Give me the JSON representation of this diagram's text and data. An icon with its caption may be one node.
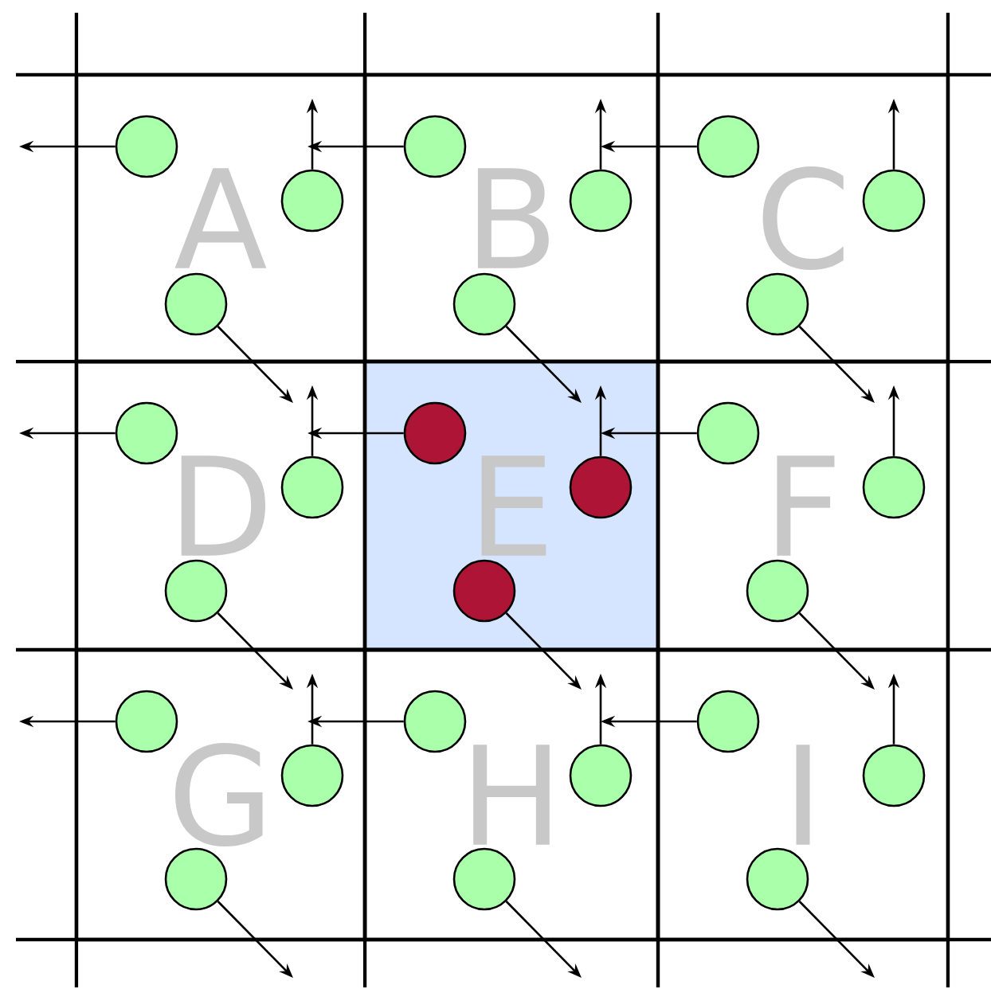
{
  "diagram": {
    "nodes": [
      {
        "text": [
          "A"
        ]
      },
      {
        "text": [],
        "shape": "circle",
        "in": 0
      },
      {
        "text": [],
        "shape": "circle",
        "in": 0
      },
      {
        "text": [],
        "shape": "circle",
        "in": 0
      },
      {
        "text": [
          "B"
        ]
      },
      {
        "text": [],
        "shape": "circle",
        "in": 4
      },
      {
        "text": [],
        "shape": "circle",
        "in": 4
      },
      {
        "text": [],
        "shape": "circle",
        "in": 4
      },
      {
        "text": [
          "C"
        ]
      },
      {
        "text": [],
        "shape": "circle",
        "in": 8
      },
      {
        "text": [],
        "shape": "circle",
        "in": 8
      },
      {
        "text": [],
        "shape": "circle",
        "in": 8
      },
      {
        "text": [
          "D"
        ]
      },
      {
        "text": [],
        "shape": "circle",
        "in": 12
      },
      {
        "text": [],
        "shape": "circle",
        "in": 12
      },
      {
        "text": [],
        "shape": "circle",
        "in": 12
      },
      {
        "text": [
          "E"
        ]
      },
      {
        "text": [],
        "shape": "circle",
        "in": 16
      },
      {
        "text": [],
        "shape": "circle",
        "in": 16
      },
      {
        "text": [],
        "shape": "circle",
        "in": 16
      },
      {
        "text": [
          "F"
        ]
      },
      {
        "text": [],
        "shape": "circle",
        "in": 20
      },
      {
        "text": [],
        "shape": "circle",
        "in": 20
      },
      {
        "text": [],
        "shape": "circle",
        "in": 20
      },
      {
        "text": [
          "G"
        ]
      },
      {
        "text": [],
        "shape": "circle",
        "in": 24
      },
      {
        "text": [],
        "shape": "circle",
        "in": 24
      },
      {
        "text": [],
        "shape": "circle",
        "in": 24
      },
      {
        "text": [
          "H"
        ]
      },
      {
        "text": [],
        "shape": "circle",
        "in": 28
      },
      {
        "text": [],
        "shape": "circle",
        "in": 28
      },
      {
        "text": [],
        "shape": "circle",
        "in": 28
      },
      {
        "text": [
          "I"
        ]
      },
      {
        "text": [],
        "shape": "circle",
        "in": 32
      },
      {
        "text": [],
        "shape": "circle",
        "in": 32
      },
      {
        "text": [],
        "shape": "circle",
        "in": 32
      }
    ],
    "edges": [
      {
        "from": 1,
        "to": null,
        "arrow": "to"
      },
      {
        "from": 2,
        "to": null,
        "arrow": "to"
      },
      {
        "from": 3,
        "to": null,
        "arrow": "to"
      },
      {
        "from": 5,
        "to": null,
        "arrow": "to"
      },
      {
        "from": 6,
        "to": null,
        "arrow": "to"
      },
      {
        "from": 7,
        "to": null,
        "arrow": "to"
      },
      {
        "from": 9,
        "to": null,
        "arrow": "to"
      },
      {
        "from": 10,
        "to": null,
        "arrow": "to"
      },
      {
        "from": 11,
        "to": null,
        "arrow": "to"
      },
      {
        "from": 13,
        "to": null,
        "arrow": "to"
      },
      {
        "from": 14,
        "to": null,
        "arrow": "to"
      },
      {
        "from": 15,
        "to": null,
        "arrow": "to"
      },
      {
        "from": 17,
        "to": null,
        "arrow": "to"
      },
      {
        "from": 18,
        "to": null,
        "arrow": "to"
      },
      {
        "from": 19,
        "to": null,
        "arrow": "to"
      },
      {
        "from": 21,
        "to": null,
        "arrow": "to"
      },
      {
        "from": 22,
        "to": null,
        "arrow": "to"
      },
      {
        "from": 23,
        "to": null,
        "arrow": "to"
      },
      {
        "from": 25,
        "to": null,
        "arrow": "to"
      },
      {
        "from": 26,
        "to": null,
        "arrow": "to"
      },
      {
        "from": 27,
        "to": null,
        "arrow": "to"
      },
      {
        "from": 29,
        "to": null,
        "arrow": "to"
      },
      {
        "from": 30,
        "to": null,
        "arrow": "to"
      },
      {
        "from": 31,
        "to": null,
        "arrow": "to"
      },
      {
        "from": 33,
        "to": null,
        "arrow": "to"
      },
      {
        "from": 34,
        "to": null,
        "arrow": "to"
      },
      {
        "from": 35,
        "to": null,
        "arrow": "to"
      }
    ]
  }
}
